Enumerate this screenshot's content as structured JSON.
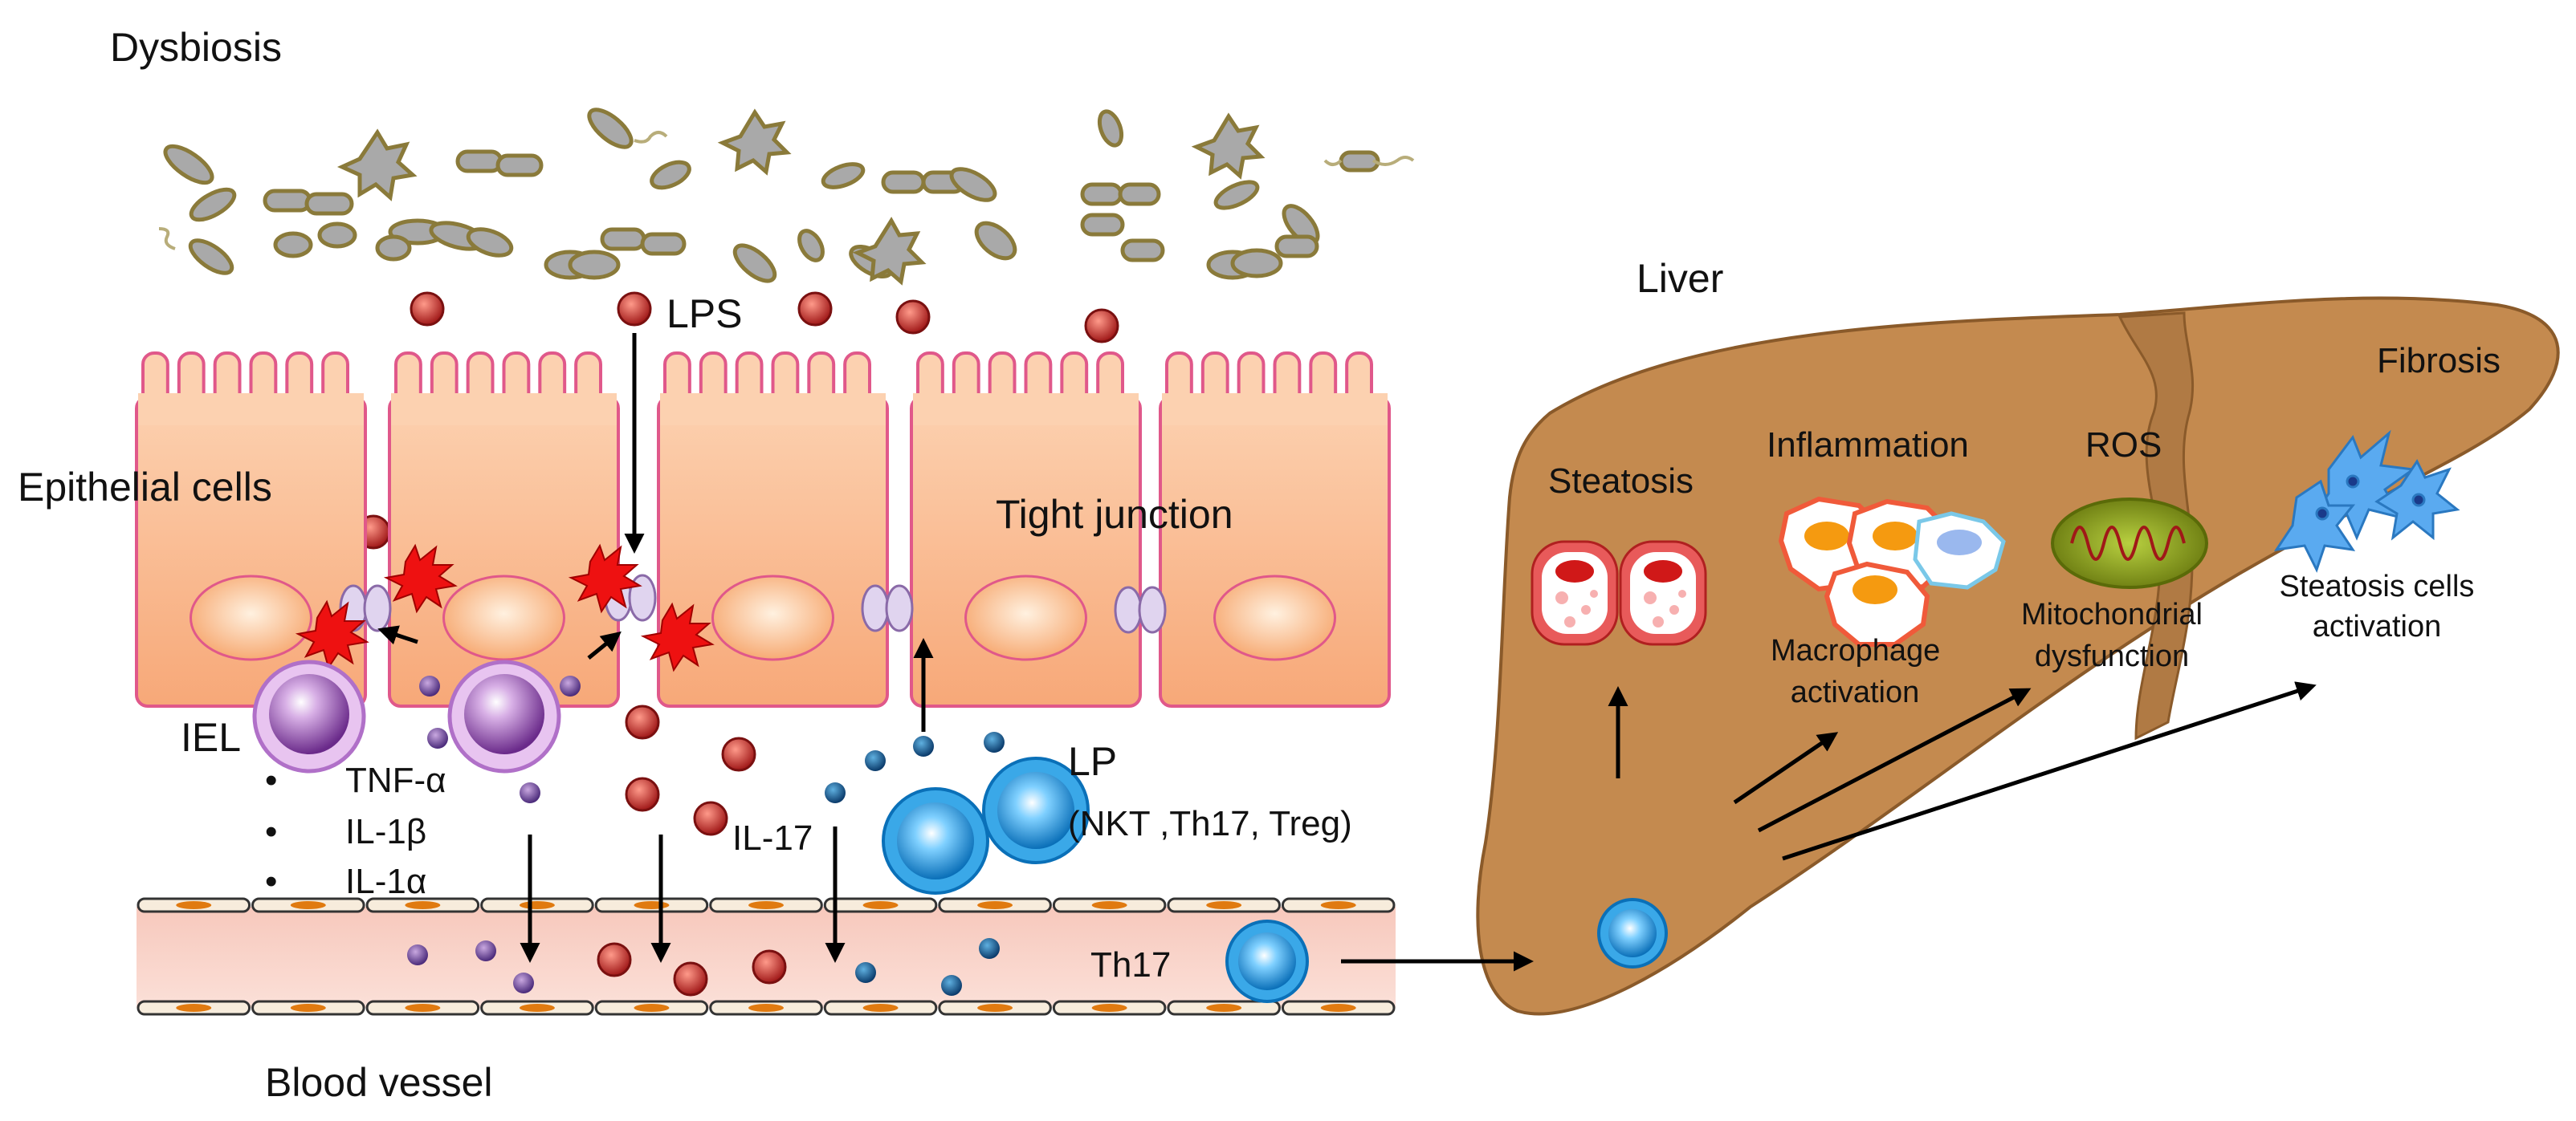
{
  "labels": {
    "dysbiosis": "Dysbiosis",
    "lps": "LPS",
    "epithelial_cells": "Epithelial cells",
    "tight_junction": "Tight junction",
    "iel": "IEL",
    "lp": "LP",
    "lp_cells": "(NKT ,Th17, Treg)",
    "il17": "IL-17",
    "th17": "Th17",
    "blood_vessel": "Blood vessel",
    "liver": "Liver",
    "steatosis": "Steatosis",
    "inflammation": "Inflammation",
    "ros": "ROS",
    "fibrosis": "Fibrosis",
    "macrophage_1": "Macrophage",
    "macrophage_2": "activation",
    "mito_1": "Mitochondrial",
    "mito_2": "dysfunction",
    "stellate_1": "Steatosis cells",
    "stellate_2": "activation"
  },
  "cytokines": [
    {
      "bullet": "•",
      "name": "TNF-α"
    },
    {
      "bullet": "•",
      "name": "IL-1β"
    },
    {
      "bullet": "•",
      "name": "IL-1α"
    }
  ],
  "colors": {
    "epithelium_fill": "#f9b68c",
    "epithelium_stroke": "#e0588a",
    "nucleus_fill": "#fbc79a",
    "liver_fill": "#c48a4f",
    "liver_stroke": "#8a5a2a",
    "bacteria_fill": "#a9a9a9",
    "bacteria_stroke": "#8a7a3a",
    "lps_red": "#c0392b",
    "cytokine_purple": "#7a4a9a",
    "il17_blue": "#1a6fa0",
    "vessel_fill": "#fad6cc",
    "macrophage_red": "#e62020",
    "stellate_blue": "#3a8ed8"
  }
}
